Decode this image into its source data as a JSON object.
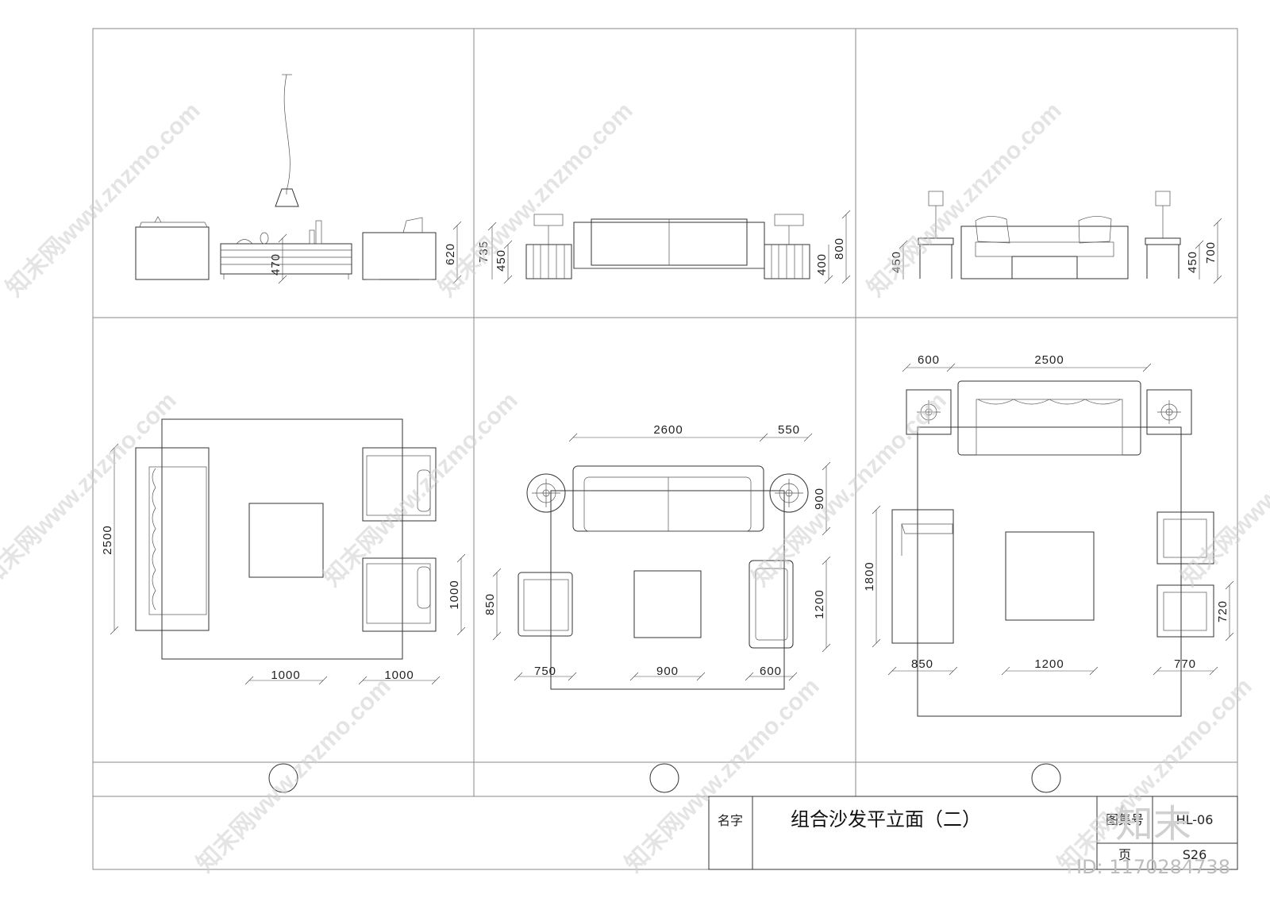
{
  "title_block": {
    "name_label": "名字",
    "title": "组合沙发平立面（二）",
    "atlas_label": "图集号",
    "atlas_value": "HL-06",
    "page_label": "页",
    "page_value": "S26"
  },
  "watermark": {
    "site_text": "知末网www.znzmo.com",
    "brand": "知末",
    "id_text": "ID: 1170284738"
  },
  "panel1_elevation": {
    "dims": [
      "470",
      "620"
    ]
  },
  "panel2_elevation": {
    "dims": [
      "735",
      "450",
      "400",
      "800"
    ]
  },
  "panel3_elevation": {
    "dims": [
      "450",
      "450",
      "700"
    ]
  },
  "panel1_plan": {
    "dims": [
      "2500",
      "1000",
      "1000",
      "1000"
    ]
  },
  "panel2_plan": {
    "dims": [
      "2600",
      "550",
      "900",
      "850",
      "1200",
      "750",
      "900",
      "600"
    ]
  },
  "panel3_plan": {
    "dims": [
      "600",
      "2500",
      "1800",
      "720",
      "850",
      "1200",
      "770"
    ]
  }
}
